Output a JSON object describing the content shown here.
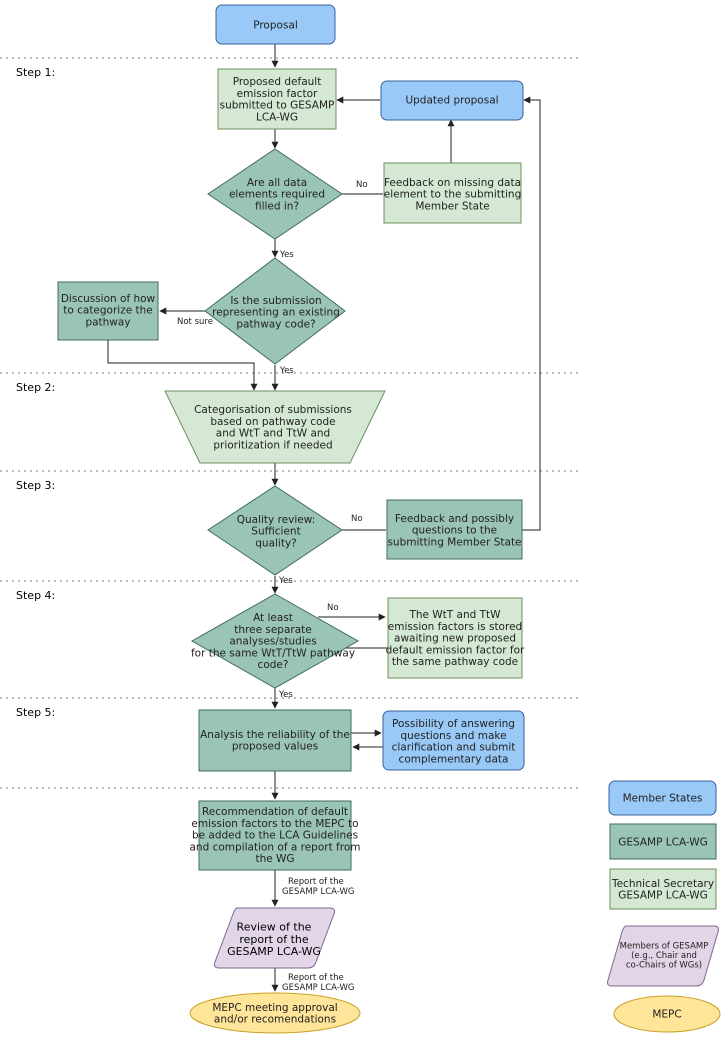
{
  "colors": {
    "member_states": "#99c9f7",
    "gesamp": "#9bc4b8",
    "tech_sec": "#d5e8d4",
    "members_gesamp": "#e1d5e7",
    "mepc": "#ffe599"
  },
  "steps": [
    "Step 1:",
    "Step 2:",
    "Step 3:",
    "Step 4:",
    "Step 5:"
  ],
  "nodes": {
    "proposal": [
      "Proposal"
    ],
    "proposed_factor": [
      "Proposed default",
      "emission factor",
      "submitted to GESAMP",
      "LCA-WG"
    ],
    "updated_proposal": [
      "Updated proposal"
    ],
    "data_filled": [
      "Are all data",
      "elements required",
      "filled in?"
    ],
    "feedback_missing": [
      "Feedback on missing data",
      "element to the submitting",
      "Member State"
    ],
    "discussion": [
      "Discussion of how",
      "to categorize the",
      "pathway"
    ],
    "existing_pathway": [
      "Is the submission",
      "representing an existing",
      "pathway code?"
    ],
    "categorisation": [
      "Categorisation of submissions",
      "based on pathway code",
      "and WtT and TtW and",
      "prioritization if needed"
    ],
    "quality": [
      "Quality review:",
      "Sufficient",
      "quality?"
    ],
    "feedback_quality": [
      "Feedback and possibly",
      "questions to the",
      "submitting Member State"
    ],
    "three_analyses": [
      "At least",
      "three separate",
      "analyses/studies",
      "for the same WtT/TtW pathway",
      "code?"
    ],
    "stored": [
      "The WtT and TtW",
      "emission factors is stored",
      "awaiting new proposed",
      "default emission factor for",
      "the same pathway code"
    ],
    "analysis": [
      "Analysis the reliability of the",
      "proposed values"
    ],
    "possibility": [
      "Possibility of answering",
      "questions and make",
      "clarification and submit",
      "complementary data"
    ],
    "recommendation": [
      "Recommendation of default",
      "emission factors to the MEPC to",
      "be added to the LCA Guidelines",
      "and compilation of a report from",
      "the WG"
    ],
    "review": [
      "Review of the",
      "report of the",
      "GESAMP LCA-WG"
    ],
    "mepc_meeting": [
      "MEPC meeting approval",
      "and/or recomendations"
    ]
  },
  "edge_labels": {
    "no_1": "No",
    "yes_1": "Yes",
    "not_sure": "Not sure",
    "yes_2": "Yes",
    "no_2": "No",
    "yes_3": "Yes",
    "no_3": "No",
    "yes_4": "Yes",
    "report_1": [
      "Report of the",
      "GESAMP LCA-WG"
    ],
    "report_2": [
      "Report of the",
      "GESAMP LCA-WG"
    ]
  },
  "legend": {
    "member_states": [
      "Member States"
    ],
    "gesamp": [
      "GESAMP LCA-WG"
    ],
    "tech_sec": [
      "Technical Secretary",
      "GESAMP LCA-WG"
    ],
    "members_gesamp": [
      "Members of GESAMP",
      "(e.g., Chair and",
      "co-Chairs of WGs)"
    ],
    "mepc": [
      "MEPC"
    ]
  }
}
